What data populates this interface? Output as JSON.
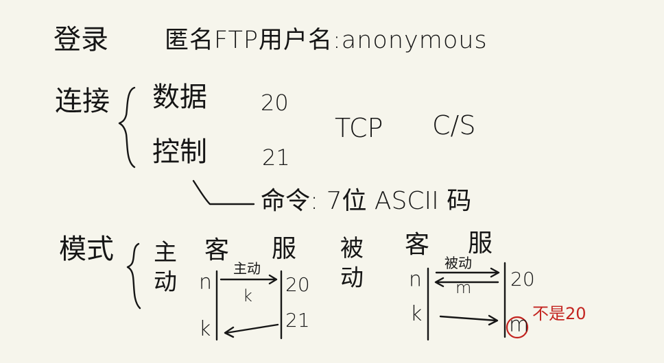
{
  "notes": {
    "login": {
      "label": "登录",
      "text": "匿名FTP用户名:anonymous"
    },
    "connection": {
      "label": "连接",
      "items": [
        {
          "name": "数据",
          "port": "20"
        },
        {
          "name": "控制",
          "port": "21"
        }
      ],
      "protocol": "TCP",
      "model": "C/S",
      "command_note": "命令: 7位 ASCII 码"
    },
    "mode": {
      "label": "模式",
      "active": {
        "label": "主动",
        "client": "客",
        "server": "服",
        "client_ports": [
          "n",
          "k"
        ],
        "server_ports": [
          "20",
          "21"
        ],
        "arrow_label": "主动",
        "arrow_sub": "k"
      },
      "passive": {
        "label": "被动",
        "client": "客",
        "server": "服",
        "client_ports": [
          "n",
          "k"
        ],
        "server_port": "20",
        "arrow_label": "被动",
        "arrow_sub": "m",
        "server_port_circled": "m",
        "annotation": "不是20"
      }
    }
  },
  "colors": {
    "ink": "#161616",
    "annotation_red": "#c32420",
    "paper": "#f6f5ec"
  }
}
